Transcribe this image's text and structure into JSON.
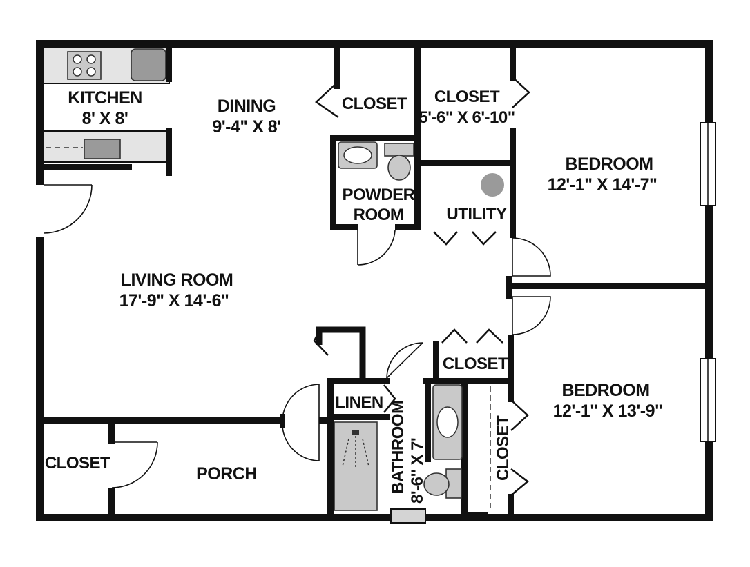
{
  "rooms": {
    "kitchen": {
      "name": "KITCHEN",
      "size": "8' X 8'"
    },
    "dining": {
      "name": "DINING",
      "size": "9'-4\" X 8'"
    },
    "closet_hall": {
      "name": "CLOSET"
    },
    "closet_walkin": {
      "name": "CLOSET",
      "size": "5'-6\" X 6'-10\""
    },
    "bedroom_1": {
      "name": "BEDROOM",
      "size": "12'-1\" X 14'-7\""
    },
    "powder_room": {
      "line1": "POWDER",
      "line2": "ROOM"
    },
    "utility": {
      "name": "UTILITY"
    },
    "living_room": {
      "name": "LIVING ROOM",
      "size": "17'-9\" X 14'-6\""
    },
    "closet_bed2": {
      "name": "CLOSET"
    },
    "bedroom_2": {
      "name": "BEDROOM",
      "size": "12'-1\" X 13'-9\""
    },
    "linen": {
      "name": "LINEN"
    },
    "bathroom": {
      "name": "BATHROOM",
      "size": "8'-6\" X 7'"
    },
    "closet_vertical": {
      "name": "CLOSET"
    },
    "closet_porch": {
      "name": "CLOSET"
    },
    "porch": {
      "name": "PORCH"
    }
  },
  "colors": {
    "wall": "#111111",
    "fixture_light": "#c9c9c9",
    "fixture_dark": "#9a9a9a",
    "background": "#ffffff"
  }
}
